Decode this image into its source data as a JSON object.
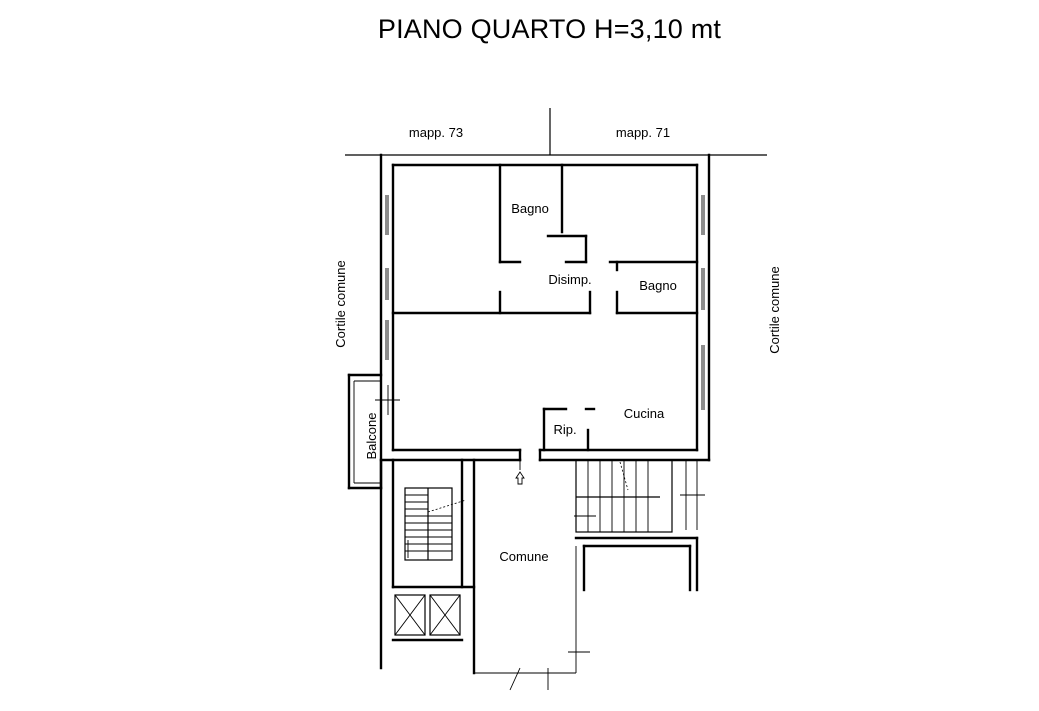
{
  "title": "PIANO QUARTO H=3,10 mt",
  "labels": {
    "mapp_left": "mapp. 73",
    "mapp_right": "mapp. 71",
    "cortile_left": "Cortile comune",
    "cortile_right": "Cortile comune",
    "bagno_upper": "Bagno",
    "disimp": "Disimp.",
    "bagno_lower": "Bagno",
    "cucina": "Cucina",
    "rip": "Rip.",
    "balcone": "Balcone",
    "comune": "Comune"
  },
  "colors": {
    "line": "#000000",
    "background": "#ffffff"
  }
}
